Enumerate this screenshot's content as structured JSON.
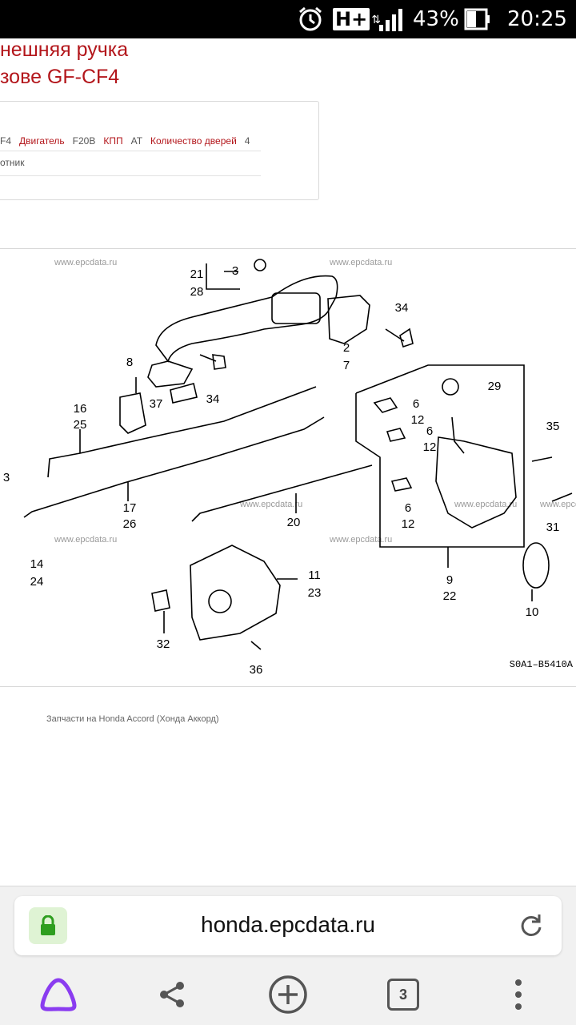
{
  "status_bar": {
    "network": "H+",
    "battery_percent": "43%",
    "time": "20:25",
    "icons": [
      "alarm-icon",
      "signal-icon",
      "battery-icon"
    ]
  },
  "page": {
    "title_line1": "нешняя ручка",
    "title_line2": "зове GF-CF4",
    "specs": [
      {
        "kind": "value",
        "text": "F4"
      },
      {
        "kind": "label",
        "text": "Двигатель"
      },
      {
        "kind": "value",
        "text": "F20B"
      },
      {
        "kind": "label",
        "text": "КПП"
      },
      {
        "kind": "value",
        "text": "AT"
      },
      {
        "kind": "label",
        "text": "Количество дверей"
      },
      {
        "kind": "value",
        "text": "4"
      }
    ],
    "sub_text": "отник",
    "diagram": {
      "watermark": "www.epcdata.ru",
      "code": "S0A1–B5410A",
      "callouts": [
        "21",
        "28",
        "3",
        "34",
        "2",
        "7",
        "8",
        "37",
        "34",
        "16",
        "25",
        "6",
        "12",
        "6",
        "12",
        "29",
        "35",
        "3",
        "17",
        "26",
        "20",
        "6",
        "12",
        "31",
        "14",
        "24",
        "11",
        "23",
        "9",
        "22",
        "10",
        "32",
        "36"
      ]
    },
    "caption": "Запчасти на Honda Accord (Хонда Аккорд)"
  },
  "browser": {
    "url": "honda.epcdata.ru",
    "tab_count": "3"
  },
  "colors": {
    "accent_red": "#b3161b",
    "lock_green": "#2e9e1f",
    "alice_purple": "#8a3cf0"
  }
}
